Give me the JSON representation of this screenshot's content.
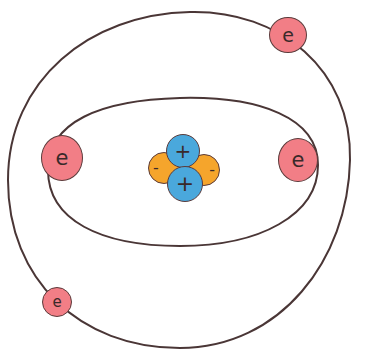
{
  "diagram": {
    "nodes": [
      {
        "text": [
          "e"
        ]
      },
      {
        "text": [
          "e"
        ]
      },
      {
        "text": [
          "+"
        ]
      },
      {
        "text": [
          "-"
        ]
      },
      {
        "text": [
          "-"
        ]
      },
      {
        "text": [
          "e"
        ]
      },
      {
        "text": [
          "+"
        ]
      },
      {
        "text": [
          "e"
        ]
      }
    ]
  }
}
